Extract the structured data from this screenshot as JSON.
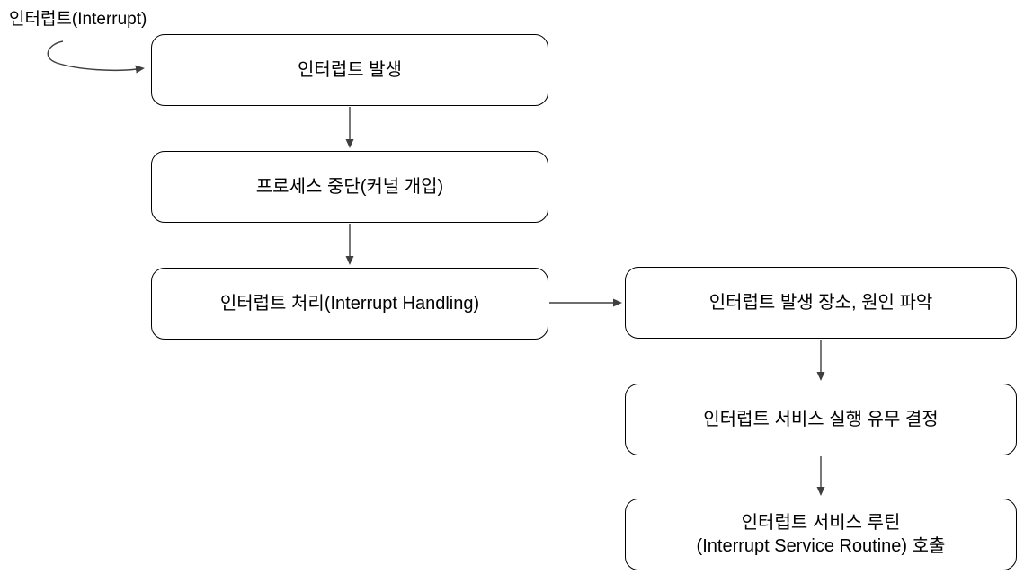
{
  "diagram": {
    "title_label": "인터럽트(Interrupt)",
    "boxes": {
      "interrupt_occurrence": {
        "text": "인터럽트 발생"
      },
      "process_suspend": {
        "text": "프로세스 중단(커널 개입)"
      },
      "interrupt_handling": {
        "text": "인터럽트 처리(Interrupt Handling)"
      },
      "identify_cause": {
        "text": "인터럽트 발생 장소, 원인 파악"
      },
      "decide_service": {
        "text": "인터럽트 서비스 실행 유무 결정"
      },
      "isr_call": {
        "line1": "인터럽트 서비스 루틴",
        "line2": "(Interrupt Service Routine) 호출"
      }
    },
    "edges": [
      {
        "from": "interrupt-label",
        "to": "interrupt_occurrence",
        "style": "curved"
      },
      {
        "from": "interrupt_occurrence",
        "to": "process_suspend",
        "style": "straight-down"
      },
      {
        "from": "process_suspend",
        "to": "interrupt_handling",
        "style": "straight-down"
      },
      {
        "from": "interrupt_handling",
        "to": "identify_cause",
        "style": "straight-right"
      },
      {
        "from": "identify_cause",
        "to": "decide_service",
        "style": "straight-down"
      },
      {
        "from": "decide_service",
        "to": "isr_call",
        "style": "straight-down"
      }
    ],
    "colors": {
      "background": "#ffffff",
      "box_border": "#000000",
      "text": "#000000",
      "arrow": "#3f3f3f"
    }
  }
}
